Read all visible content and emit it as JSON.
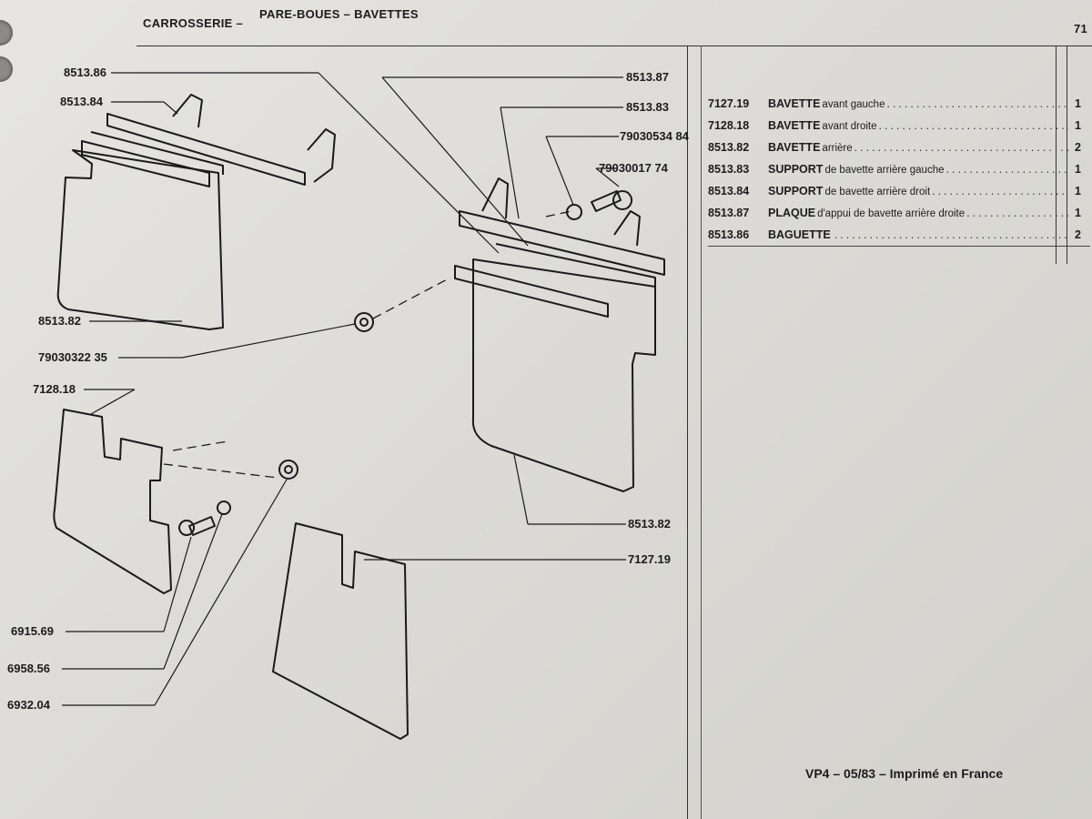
{
  "header": {
    "section": "CARROSSERIE –",
    "subsection": "PARE-BOUES – BAVETTES",
    "page_number": "71"
  },
  "diagram_labels": {
    "l_8513_86": "8513.86",
    "l_8513_84": "8513.84",
    "l_8513_82_left": "8513.82",
    "l_79030322_35": "79030322 35",
    "l_7128_18": "7128.18",
    "l_6915_69": "6915.69",
    "l_6958_56": "6958.56",
    "l_6932_04": "6932.04",
    "l_8513_87": "8513.87",
    "l_8513_83": "8513.83",
    "l_79030534_84": "79030534 84",
    "l_79030017_74": "79030017 74",
    "l_8513_82_right": "8513.82",
    "l_7127_19": "7127.19"
  },
  "parts": [
    {
      "ref": "7127.19",
      "name": "BAVETTE",
      "desc": "avant gauche",
      "qty": "1"
    },
    {
      "ref": "7128.18",
      "name": "BAVETTE",
      "desc": "avant droite",
      "qty": "1"
    },
    {
      "ref": "8513.82",
      "name": "BAVETTE",
      "desc": "arrière",
      "qty": "2"
    },
    {
      "ref": "8513.83",
      "name": "SUPPORT",
      "desc": "de bavette arrière gauche",
      "qty": "1"
    },
    {
      "ref": "8513.84",
      "name": "SUPPORT",
      "desc": "de bavette arrière droit",
      "qty": "1"
    },
    {
      "ref": "8513.87",
      "name": "PLAQUE",
      "desc": "d'appui de bavette arrière droite",
      "qty": "1"
    },
    {
      "ref": "8513.86",
      "name": "BAGUETTE",
      "desc": "",
      "qty": "2"
    }
  ],
  "footer": "VP4 – 05/83 – Imprimé en France"
}
